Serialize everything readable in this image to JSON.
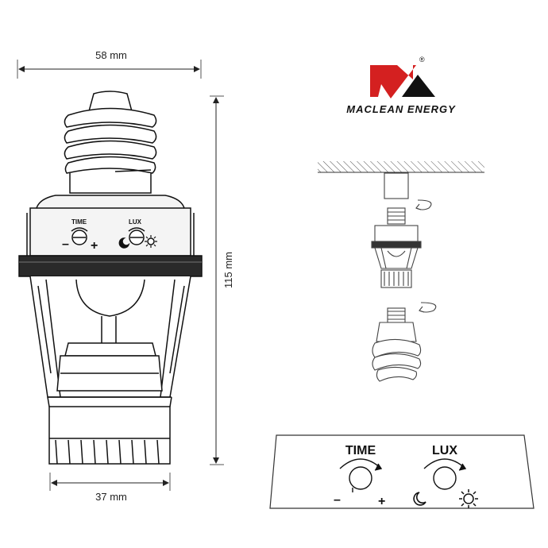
{
  "dimensions": {
    "top_width": "58 mm",
    "height": "115 mm",
    "bottom_width": "37 mm"
  },
  "brand": {
    "name": "MACLEAN ENERGY",
    "logo_letter": "M",
    "registered_mark": "®",
    "colors": {
      "red": "#d42020",
      "black": "#111111"
    }
  },
  "socket_labels": {
    "time": "TIME",
    "lux": "LUX",
    "minus": "–",
    "plus": "+"
  },
  "panel_labels": {
    "time": "TIME",
    "lux": "LUX",
    "minus": "–",
    "plus": "+"
  },
  "icons": [
    "moon-icon",
    "sun-gear-icon",
    "rotate-arrow-icon",
    "dial-icon"
  ]
}
